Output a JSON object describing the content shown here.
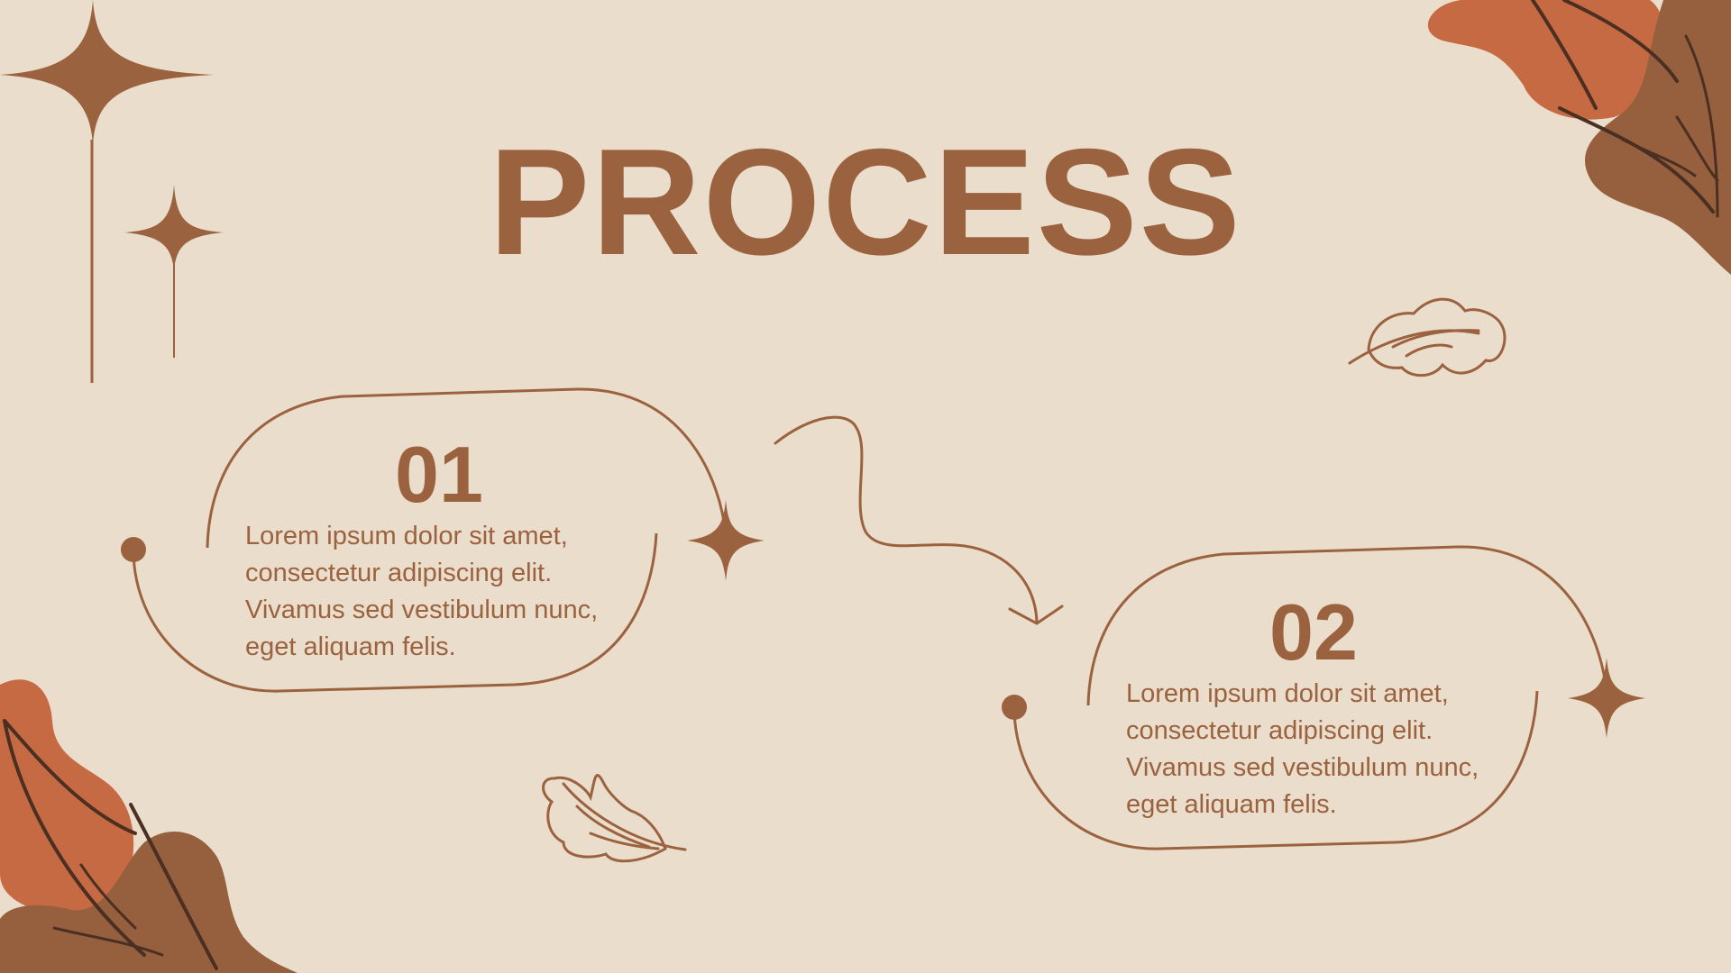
{
  "title": "PROCESS",
  "steps": [
    {
      "number": "01",
      "lines": [
        "Lorem ipsum dolor sit amet,",
        "consectetur adipiscing elit.",
        "Vivamus sed vestibulum nunc,",
        "eget aliquam felis."
      ]
    },
    {
      "number": "02",
      "lines": [
        "Lorem ipsum dolor sit amet,",
        "consectetur adipiscing elit.",
        "Vivamus sed vestibulum nunc,",
        "eget aliquam felis."
      ]
    }
  ],
  "colors": {
    "background": "#eaddcb",
    "accent": "#9b6240",
    "leaf_orange": "#c66a44",
    "leaf_brown": "#96603f",
    "leaf_vein": "#4a2f22"
  }
}
